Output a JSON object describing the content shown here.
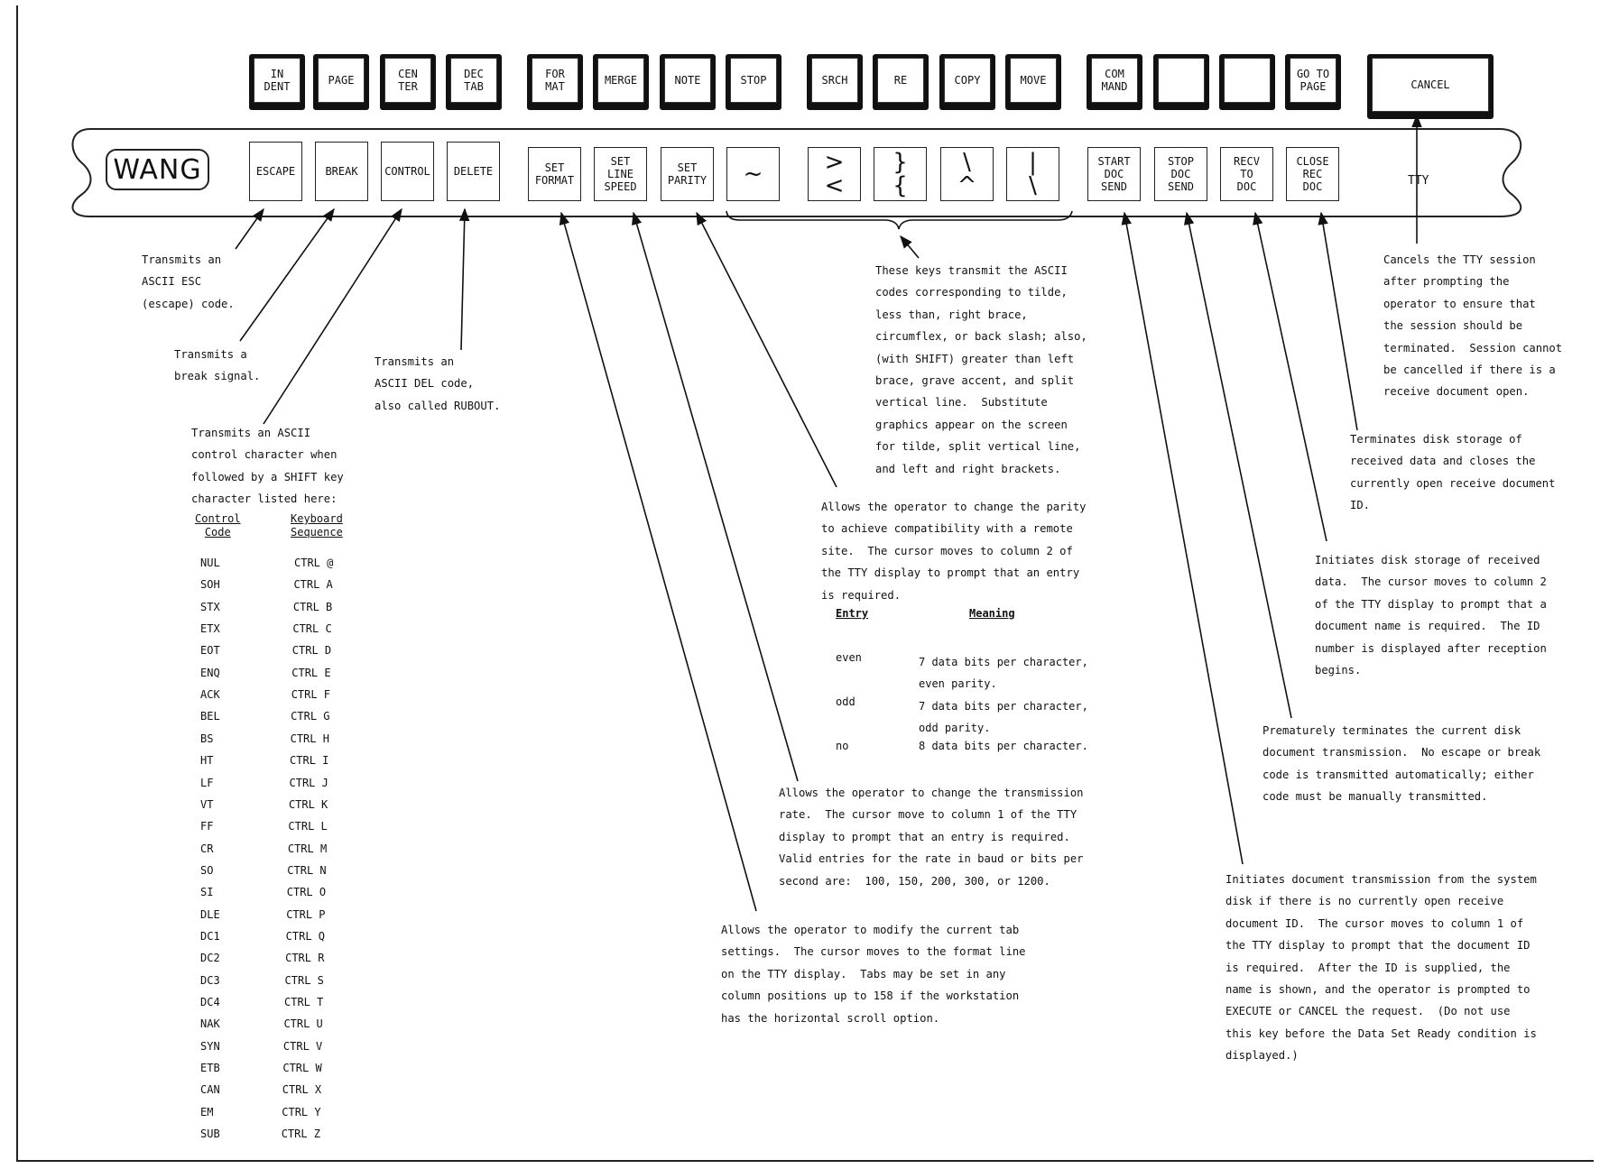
{
  "top_keys": [
    "IN\nDENT",
    "PAGE",
    "CEN\nTER",
    "DEC\nTAB",
    "FOR\nMAT",
    "MERGE",
    "NOTE",
    "STOP",
    "SRCH",
    "RE",
    "COPY",
    "MOVE",
    "COM\nMAND",
    "",
    "",
    "GO TO\nPAGE",
    "CANCEL"
  ],
  "brand_label": "WANG",
  "bar_keys": [
    "ESCAPE",
    "BREAK",
    "CONTROL",
    "DELETE",
    "SET\nFORMAT",
    "SET\nLINE\nSPEED",
    "SET\nPARITY",
    "~",
    ">\n<",
    "}\n{",
    "\\\n^",
    "|\n\\",
    "START\nDOC\nSEND",
    "STOP\nDOC\nSEND",
    "RECV\nTO\nDOC",
    "CLOSE\nREC\nDOC"
  ],
  "tty_label": "TTY",
  "notes": {
    "escape": "Transmits an\nASCII ESC\n(escape) code.",
    "break": "Transmits a\nbreak signal.",
    "delete": "Transmits an\nASCII DEL code,\nalso called RUBOUT.",
    "control": "Transmits an ASCII\ncontrol character when\nfollowed by a SHIFT key\ncharacter listed here:",
    "symbols": "These keys transmit the ASCII\ncodes corresponding to tilde,\nless than, right brace,\ncircumflex, or back slash; also,\n(with SHIFT) greater than left\nbrace, grave accent, and split\nvertical line.  Substitute\ngraphics appear on the screen\nfor tilde, split vertical line,\nand left and right brackets.",
    "parity": "Allows the operator to change the parity\nto achieve compatibility with a remote\nsite.  The cursor moves to column 2 of\nthe TTY display to prompt that an entry\nis required.",
    "line_speed": "Allows the operator to change the transmission\nrate.  The cursor move to column 1 of the TTY\ndisplay to prompt that an entry is required.\nValid entries for the rate in baud or bits per\nsecond are:  100, 150, 200, 300, or 1200.",
    "format": "Allows the operator to modify the current tab\nsettings.  The cursor moves to the format line\non the TTY display.  Tabs may be set in any\ncolumn positions up to 158 if the workstation\nhas the horizontal scroll option.",
    "cancel": "Cancels the TTY session\nafter prompting the\noperator to ensure that\nthe session should be\nterminated.  Session cannot\nbe cancelled if there is a\nreceive document open.",
    "close_rec": "Terminates disk storage of\nreceived data and closes the\ncurrently open receive document\nID.",
    "recv": "Initiates disk storage of received\ndata.  The cursor moves to column 2\nof the TTY display to prompt that a\ndocument name is required.  The ID\nnumber is displayed after reception\nbegins.",
    "stop_send": "Prematurely terminates the current disk\ndocument transmission.  No escape or break\ncode is transmitted automatically; either\ncode must be manually transmitted.",
    "start_send": "Initiates document transmission from the system\ndisk if there is no currently open receive\ndocument ID.  The cursor moves to column 1 of\nthe TTY display to prompt that the document ID\nis required.  After the ID is supplied, the\nname is shown, and the operator is prompted to\nEXECUTE or CANCEL the request.  (Do not use\nthis key before the Data Set Ready condition is\ndisplayed.)"
  },
  "parity_table": {
    "header_entry": "Entry",
    "header_meaning": "Meaning",
    "rows": [
      {
        "entry": "even",
        "meaning": "7 data bits per character,\neven parity."
      },
      {
        "entry": "odd",
        "meaning": "7 data bits per character,\nodd parity."
      },
      {
        "entry": "no",
        "meaning": "8 data bits per character."
      }
    ]
  },
  "control_table": {
    "header_code": "Control\nCode",
    "header_seq": "Keyboard\nSequence",
    "rows": [
      [
        "NUL",
        "CTRL @"
      ],
      [
        "SOH",
        "CTRL A"
      ],
      [
        "STX",
        "CTRL B"
      ],
      [
        "ETX",
        "CTRL C"
      ],
      [
        "EOT",
        "CTRL D"
      ],
      [
        "ENQ",
        "CTRL E"
      ],
      [
        "ACK",
        "CTRL F"
      ],
      [
        "BEL",
        "CTRL G"
      ],
      [
        "BS",
        "CTRL H"
      ],
      [
        "HT",
        "CTRL I"
      ],
      [
        "LF",
        "CTRL J"
      ],
      [
        "VT",
        "CTRL K"
      ],
      [
        "FF",
        "CTRL L"
      ],
      [
        "CR",
        "CTRL M"
      ],
      [
        "SO",
        "CTRL N"
      ],
      [
        "SI",
        "CTRL O"
      ],
      [
        "DLE",
        "CTRL P"
      ],
      [
        "DC1",
        "CTRL Q"
      ],
      [
        "DC2",
        "CTRL R"
      ],
      [
        "DC3",
        "CTRL S"
      ],
      [
        "DC4",
        "CTRL T"
      ],
      [
        "NAK",
        "CTRL U"
      ],
      [
        "SYN",
        "CTRL V"
      ],
      [
        "ETB",
        "CTRL W"
      ],
      [
        "CAN",
        "CTRL X"
      ],
      [
        "EM",
        "CTRL Y"
      ],
      [
        "SUB",
        "CTRL Z"
      ]
    ]
  }
}
